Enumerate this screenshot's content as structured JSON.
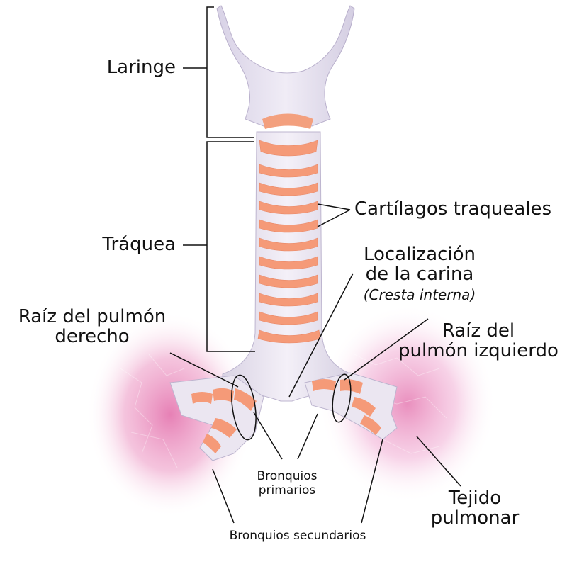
{
  "labels": {
    "laringe": "Laringe",
    "traquea": "Tráquea",
    "cartilagos": "Cartílagos traqueales",
    "carina_1": "Localización",
    "carina_2": "de la carina",
    "carina_3": "(Cresta interna)",
    "raiz_der_1": "Raíz del pulmón",
    "raiz_der_2": "derecho",
    "raiz_izq_1": "Raíz del",
    "raiz_izq_2": "pulmón izquierdo",
    "bronquios_primarios_1": "Bronquios",
    "bronquios_primarios_2": "primarios",
    "tejido_1": "Tejido",
    "tejido_2": "pulmonar",
    "bronquios_secundarios": "Bronquios secundarios"
  },
  "colors": {
    "lung_tissue": "#e87fb8",
    "cartilage": "#f0e8f6",
    "tracheal_lumen": "#f59a78",
    "leader_lines": "#111111"
  }
}
